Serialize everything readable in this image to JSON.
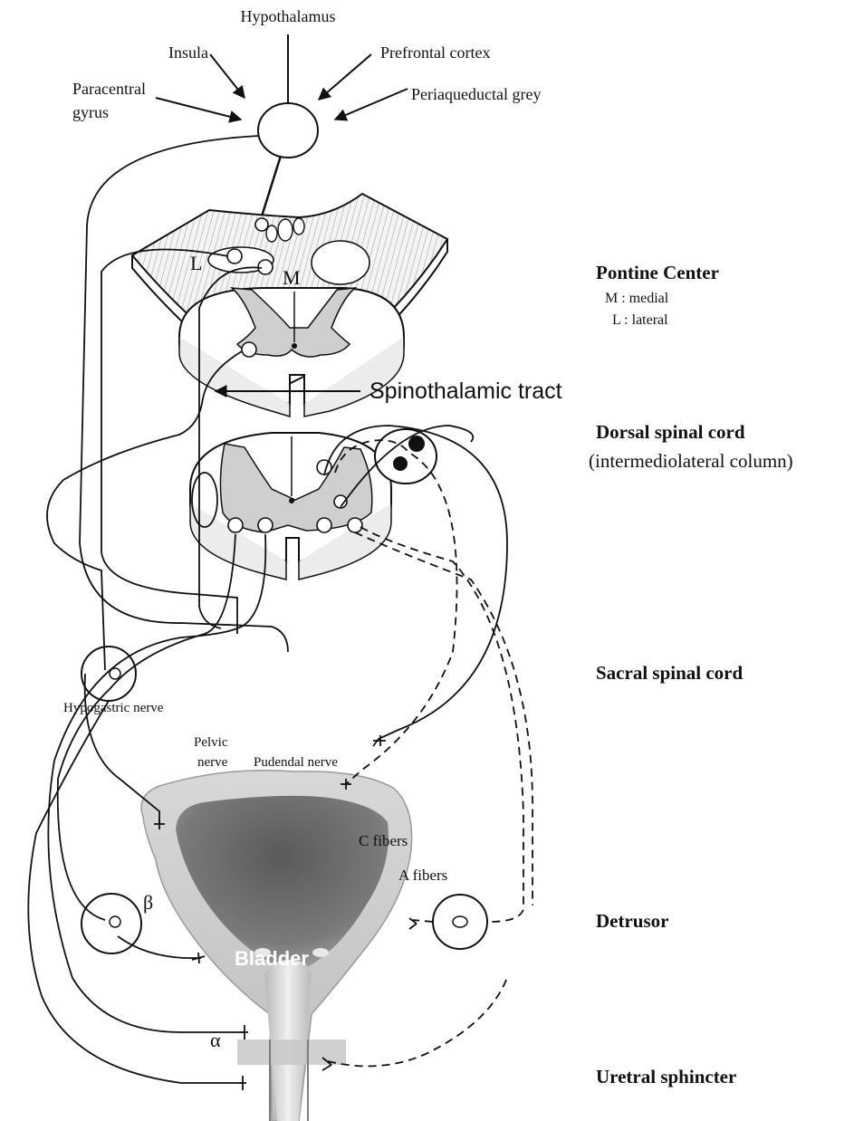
{
  "inputs": {
    "hypothalamus": "Hypothalamus",
    "insula": "Insula",
    "prefrontal": "Prefrontal cortex",
    "paracentral_line1": "Paracentral",
    "paracentral_line2": "gyrus",
    "periaqueductal": "Periaqueductal grey"
  },
  "pons": {
    "label_l": "L",
    "label_m": "M"
  },
  "tract": {
    "spinothalamic": "Spinothalamic tract"
  },
  "nerves": {
    "hypogastric": "Hypogastric nerve",
    "pelvic_line1": "Pelvic",
    "pelvic_line2": "nerve",
    "pudendal": "Pudendal nerve",
    "c_fibers": "C fibers",
    "a_fibers": "A fibers",
    "beta": "β",
    "alpha": "α"
  },
  "bladder": {
    "label": "Bladder"
  },
  "levels": {
    "pontine_title": "Pontine Center",
    "pontine_m": "M : medial",
    "pontine_l": "L : lateral",
    "dorsal_title": "Dorsal spinal cord",
    "dorsal_sub": "(intermediolateral column)",
    "sacral_title": "Sacral spinal cord",
    "detrusor_title": "Detrusor",
    "sphincter_title": "Uretral sphincter"
  }
}
